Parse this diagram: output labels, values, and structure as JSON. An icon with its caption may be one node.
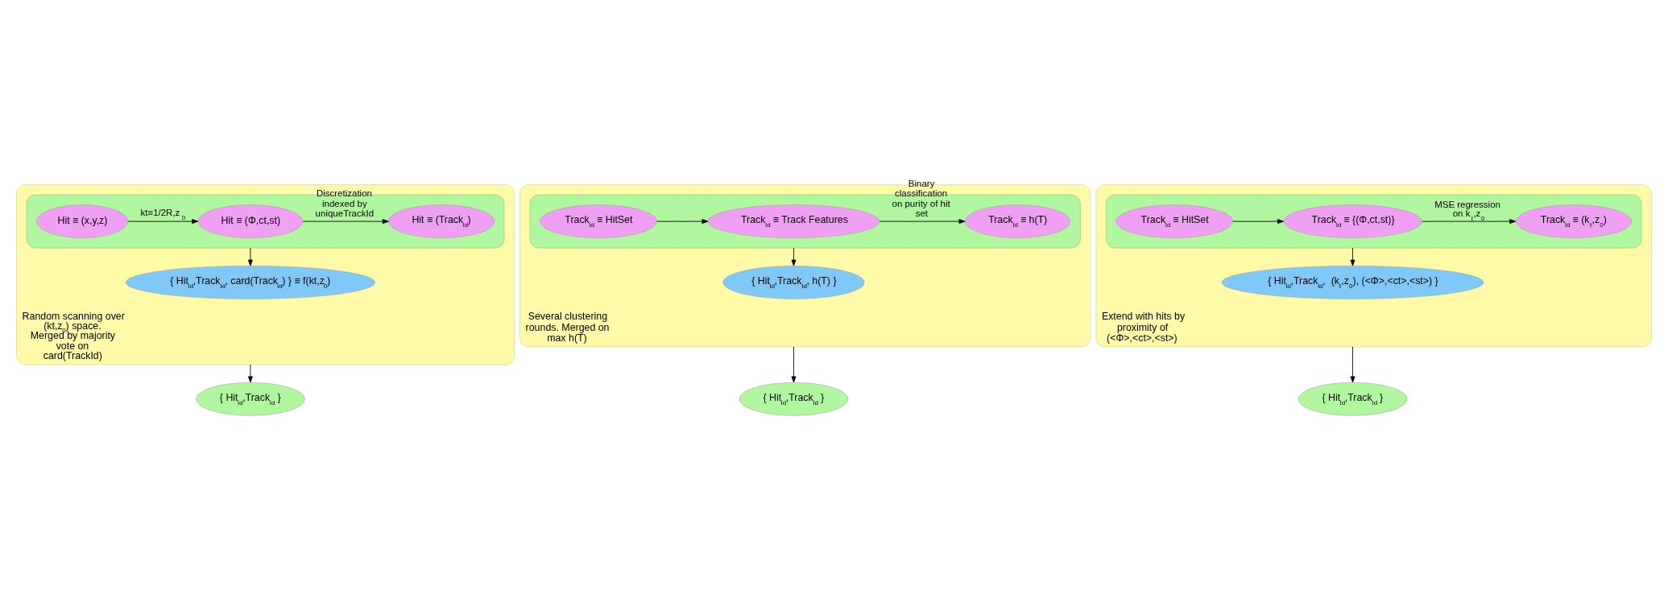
{
  "diagram": {
    "nodes": [
      {
        "text": [
          "Random scanning over (kt,z$_{0}$) space.",
          "Merged by majority vote on card(TrackId)"
        ]
      },
      {
        "text": [],
        "shape": "box",
        "in": 0
      },
      {
        "text": [
          "Hit ≡ (x,y,z)"
        ],
        "in": 1
      },
      {
        "text": [
          "Hit ≡ (Φ,ct,st)"
        ],
        "in": 1
      },
      {
        "text": [
          "Hit ≡ (Track$_{Id}$)"
        ],
        "in": 1
      },
      {
        "text": [
          "{ Hit$_{Id}$,Track$_{Id}$, card(Track$_{Id}$) } ≡ f(kt,z$_{0}$)"
        ],
        "in": 0
      },
      {
        "text": [
          "{ Hit$_{Id}$,Track$_{Id}$ }"
        ]
      },
      {
        "text": [
          "Several clustering rounds. Merged on max h(T)"
        ]
      },
      {
        "text": [],
        "shape": "box",
        "in": 7
      },
      {
        "text": [
          "Track$_{Id}$ ≡ HitSet"
        ],
        "in": 8
      },
      {
        "text": [
          "Track$_{Id}$ ≡ Track Features"
        ],
        "in": 8
      },
      {
        "text": [
          "Track$_{Id}$ ≡ h(T)"
        ],
        "in": 8
      },
      {
        "text": [
          "{ Hit$_{Id}$,Track$_{Id}$, h(T) }"
        ],
        "in": 7
      },
      {
        "text": [
          "{ Hit$_{Id}$,Track$_{Id}$ }"
        ]
      },
      {
        "text": [
          "Extend with hits by proximity of (<Φ>,<ct>,<st>)"
        ]
      },
      {
        "text": [],
        "shape": "box",
        "in": 14
      },
      {
        "text": [
          "Track$_{Id}$ ≡ HitSet"
        ],
        "in": 15
      },
      {
        "text": [
          "Track$_{Id}$ ≡ {(Φ,ct,st)}"
        ],
        "in": 15
      },
      {
        "text": [
          "Track$_{Id}$ ≡ (k$_{t}$,z$_{0}$)"
        ],
        "in": 15
      },
      {
        "text": [
          "{ Hit$_{Id}$,Track$_{Id}$,  (k$_{t}$,z$_{0}$), (<Φ>,<ct>,<st>) }"
        ],
        "in": 14
      },
      {
        "text": [
          "{ Hit$_{Id}$,Track$_{Id}$ }"
        ]
      }
    ],
    "edges": [
      {
        "from": 2,
        "to": 3,
        "arrow": "to",
        "label": "kt≡1/2R,z$_{0}$"
      },
      {
        "from": 3,
        "to": 4,
        "arrow": "to",
        "label": "Discretization indexed by uniqueTrackId"
      },
      {
        "from": 1,
        "to": 5,
        "arrow": "to"
      },
      {
        "from": 0,
        "to": 6,
        "arrow": "to"
      },
      {
        "from": 9,
        "to": 10,
        "arrow": "to"
      },
      {
        "from": 10,
        "to": 11,
        "arrow": "to",
        "label": "Binary classification on purity of hit set"
      },
      {
        "from": 8,
        "to": 12,
        "arrow": "to"
      },
      {
        "from": 7,
        "to": 13,
        "arrow": "to"
      },
      {
        "from": 16,
        "to": 17,
        "arrow": "to"
      },
      {
        "from": 17,
        "to": 18,
        "arrow": "to",
        "label": "MSE regression on k$_{t}$,z$_{0}$"
      },
      {
        "from": 15,
        "to": 19,
        "arrow": "to"
      },
      {
        "from": 14,
        "to": 20,
        "arrow": "to"
      }
    ]
  }
}
